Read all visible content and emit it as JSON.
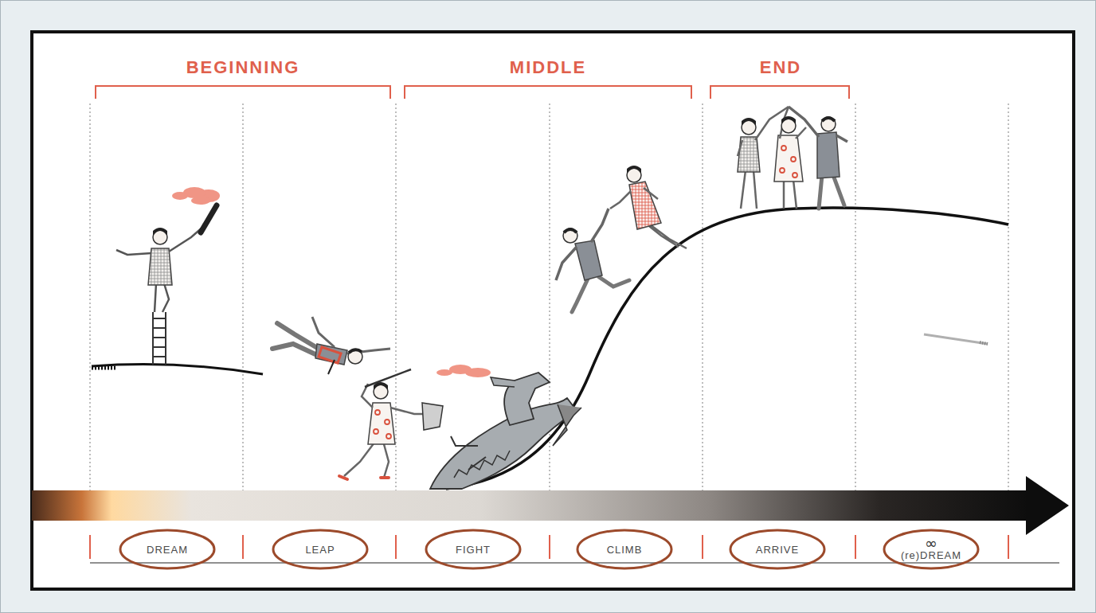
{
  "diagram": {
    "nodes": [
      {
        "text": [
          "DREAM"
        ]
      },
      {
        "text": [
          "LEAP"
        ]
      },
      {
        "text": [
          "FIGHT"
        ]
      },
      {
        "text": [
          "CLIMB"
        ]
      },
      {
        "text": [
          "ARRIVE"
        ]
      },
      {
        "text": [
          "∞",
          "(re)DREAM"
        ]
      }
    ],
    "labels": [
      "BEGINNING",
      "MIDDLE",
      "END"
    ]
  }
}
